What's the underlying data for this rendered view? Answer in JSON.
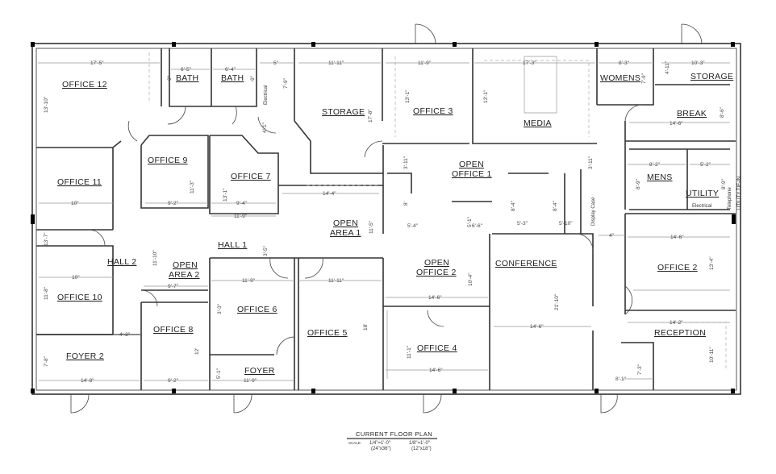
{
  "plan": {
    "title": "CURRENT FLOOR PLAN",
    "scale_label": "SCALE:",
    "scale_1": "1/4\"=1'-0\"",
    "scale_1_sheet": "(24\"x36\")",
    "scale_2": "1/8\"=1'-0\"",
    "scale_2_sheet": "(12\"x18\")"
  },
  "rooms": {
    "office12": "OFFICE 12",
    "bath1": "BATH",
    "bath2": "BATH",
    "storage": "STORAGE",
    "office3": "OFFICE 3",
    "media": "MEDIA",
    "womens": "WOMENS",
    "storage2": "STORAGE",
    "break": "BREAK",
    "mens": "MENS",
    "utility": "UTILITY",
    "office9": "OFFICE 9",
    "office7": "OFFICE 7",
    "office11": "OFFICE 11",
    "open_office1_a": "OPEN",
    "open_office1_b": "OFFICE 1",
    "open_area1_a": "OPEN",
    "open_area1_b": "AREA 1",
    "hall1": "HALL 1",
    "hall2": "HALL 2",
    "open_area2_a": "OPEN",
    "open_area2_b": "AREA 2",
    "office10": "OFFICE 10",
    "office6": "OFFICE 6",
    "office5": "OFFICE 5",
    "office8": "OFFICE 8",
    "foyer2": "FOYER 2",
    "foyer": "FOYER",
    "open_office2_a": "OPEN",
    "open_office2_b": "OFFICE 2",
    "conference": "CONFERENCE",
    "office2": "OFFICE 2",
    "reception": "RECEPTION",
    "office4": "OFFICE 4"
  },
  "annotations": {
    "electrical1": "Electrical",
    "electrical2": "Electrical",
    "telephone": "Telephone",
    "utility_tie_in": "UTILITY TIE-IN",
    "display_case": "Display Case"
  },
  "dimensions": [
    "17'-5\"",
    "6'-5\"",
    "6'-4\"",
    "5\"",
    "11'-11\"",
    "11'-9\"",
    "17'-3\"",
    "8'-3\"",
    "10'-3\"",
    "13'-10\"",
    "-9\"",
    "-9\"",
    "7'-9\"",
    "17'-8\"",
    "13'-1\"",
    "13'-1\"",
    "7'-9\"",
    "4'-11\"",
    "14'-6\"",
    "8'-6\"",
    "4'-1\"",
    "11'-3\"",
    "13'-1\"",
    "3'-11\"",
    "3'-11\"",
    "8'-2\"",
    "5'-2\"",
    "10\"",
    "9'-2\"",
    "9'-4\"",
    "14'-4\"",
    "11'-9\"",
    "8'-9\"",
    "8'-9\"",
    "8'-4\"",
    "8'-4\"",
    "13'-7\"",
    "11'-5\"",
    "8'",
    "5'-4\"",
    "5'-1\"",
    "6'-6\"",
    "5'-3\"",
    "5'-10\"",
    "4\"",
    "14'-6\"",
    "3'-5\"",
    "11'-10\"",
    "10'-4\"",
    "13'-4\"",
    "10\"",
    "9'-7\"",
    "11'-9\"",
    "11'-11\"",
    "11'-8\"",
    "3'-3\"",
    "14'-6\"",
    "21'-10\"",
    "14'-6\"",
    "14'-2\"",
    "4'-3\"",
    "18'",
    "11'-1\"",
    "12'",
    "7'-8\"",
    "5'-1\"",
    "14'-6\"",
    "10'-11\"",
    "7'-3\"",
    "14'-8\"",
    "9'-2\"",
    "11'-9\"",
    "8'-1\""
  ]
}
